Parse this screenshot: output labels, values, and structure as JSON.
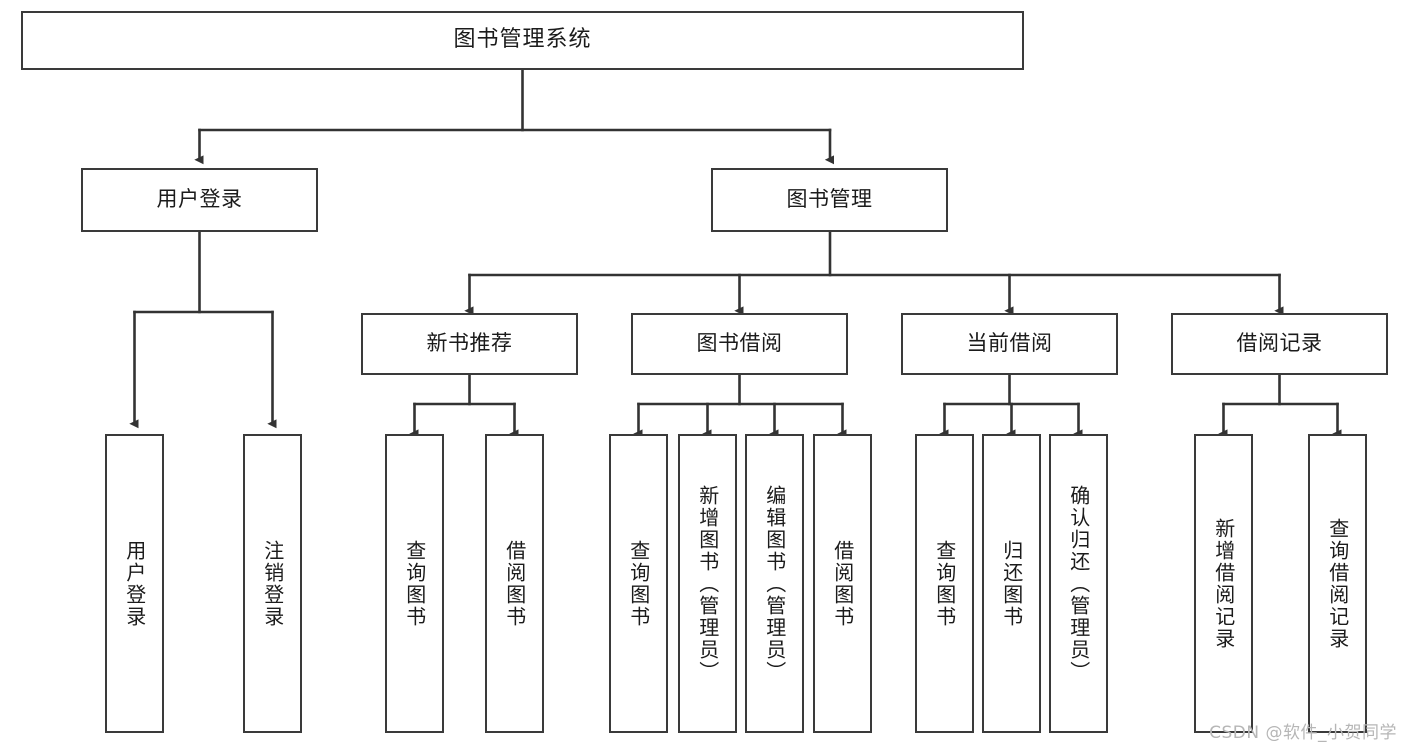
{
  "diagram": {
    "type": "tree-hierarchy",
    "orientation": "top-down",
    "watermark": "CSDN @软件_小贺同学",
    "colors": {
      "box_border": "#3a3a3a",
      "box_fill": "#ffffff",
      "edge": "#333333",
      "text": "#1b1b1b",
      "watermark": "#b6b6b6",
      "background": "#ffffff"
    },
    "root": {
      "label": "图书管理系统"
    },
    "level2": [
      {
        "label": "用户登录"
      },
      {
        "label": "图书管理"
      }
    ],
    "level3": [
      {
        "label": "新书推荐"
      },
      {
        "label": "图书借阅"
      },
      {
        "label": "当前借阅"
      },
      {
        "label": "借阅记录"
      }
    ],
    "leaves": {
      "user_login": [
        {
          "label": "用户登录"
        },
        {
          "label": "注销登录"
        }
      ],
      "new_book_recommend": [
        {
          "label": "查询图书"
        },
        {
          "label": "借阅图书"
        }
      ],
      "book_borrow": [
        {
          "label": "查询图书"
        },
        {
          "label": "新增图书（管理员）"
        },
        {
          "label": "编辑图书（管理员）"
        },
        {
          "label": "借阅图书"
        }
      ],
      "current_borrow": [
        {
          "label": "查询图书"
        },
        {
          "label": "归还图书"
        },
        {
          "label": "确认归还（管理员）"
        }
      ],
      "borrow_record": [
        {
          "label": "新增借阅记录"
        },
        {
          "label": "查询借阅记录"
        }
      ]
    }
  }
}
